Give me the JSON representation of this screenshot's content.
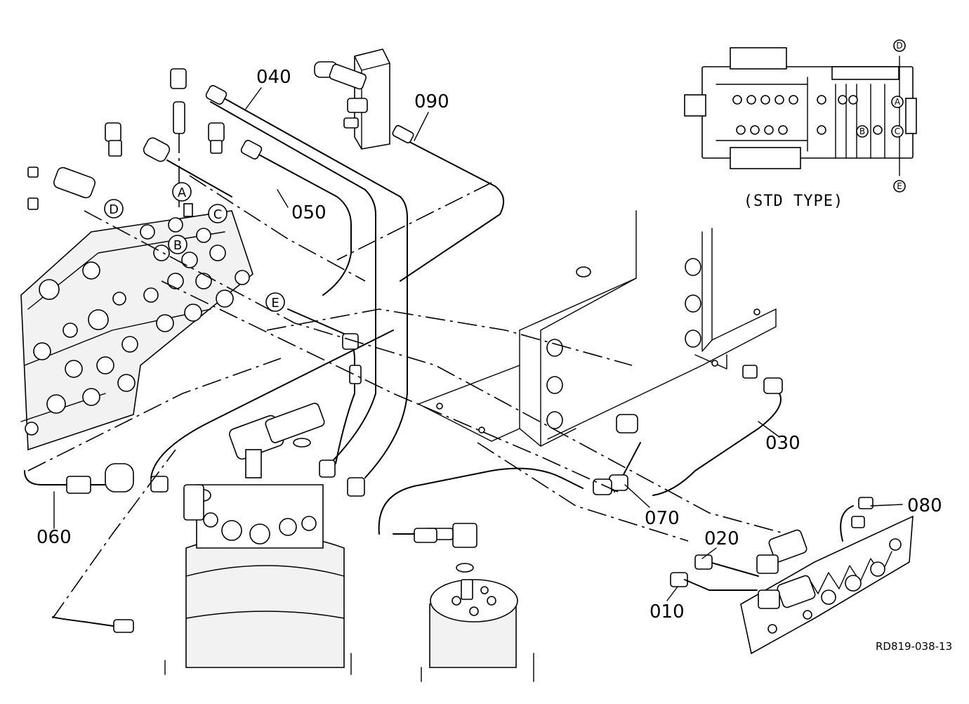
{
  "diagram": {
    "part_labels": [
      "010",
      "020",
      "030",
      "040",
      "050",
      "060",
      "070",
      "080",
      "090"
    ],
    "port_labels": [
      "A",
      "B",
      "C",
      "D",
      "E"
    ],
    "inset": {
      "caption": "(STD TYPE)",
      "port_labels": [
        "D",
        "E",
        "A",
        "B",
        "C"
      ]
    },
    "reference_code": "RD819-038-13"
  },
  "colors": {
    "line": "#000000",
    "background": "#ffffff"
  }
}
